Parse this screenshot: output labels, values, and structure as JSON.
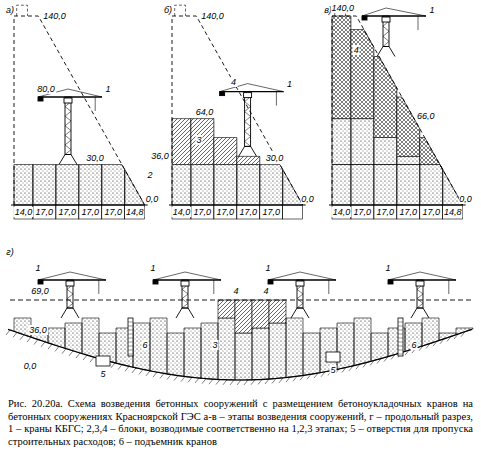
{
  "diagram": {
    "caption": "Рис. 20.20а. Схема возведения бетонных сооружений с размещением бетоноукладочных кранов на бетонных сооружениях Красноярской ГЭС а-в – этапы возведения сооружений, г – продольный разрез, 1 – краны КБГС; 2,3,4 – блоки, возводимые соответственно на 1,2,3 этапах; 5 – отверстия для пропуска строительных расходов; 6 – подъемник кранов",
    "labels": [
      "а)",
      "140,0",
      "80,0",
      "1",
      "30,0",
      "2",
      "0,0",
      "14,0",
      "17,0",
      "17,0",
      "17,0",
      "17,0",
      "14,8",
      "б)",
      "140,0",
      "36,0",
      "64,0",
      "1",
      "4",
      "3",
      "30,0",
      "0,0",
      "14,0",
      "17,0",
      "17,0",
      "17,0",
      "17,0",
      "в)",
      "140,0",
      "1",
      "4",
      "66,0",
      "0,0",
      "14,0",
      "17,0",
      "17,0",
      "17,0",
      "17,0",
      "14,8",
      "г)",
      "1",
      "1",
      "1",
      "1",
      "69,0",
      "36,0",
      "0,0",
      "4",
      "4",
      "3",
      "5",
      "6",
      "5",
      "6"
    ]
  }
}
